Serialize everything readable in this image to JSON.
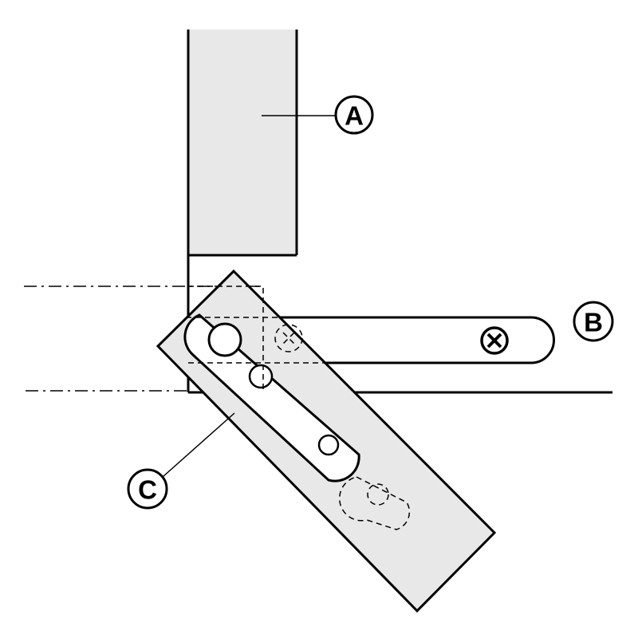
{
  "callouts": {
    "a": "A",
    "b": "B",
    "c": "C"
  },
  "colors": {
    "stroke": "#000000",
    "part_fill": "#e8e8e9",
    "background": "#ffffff"
  }
}
